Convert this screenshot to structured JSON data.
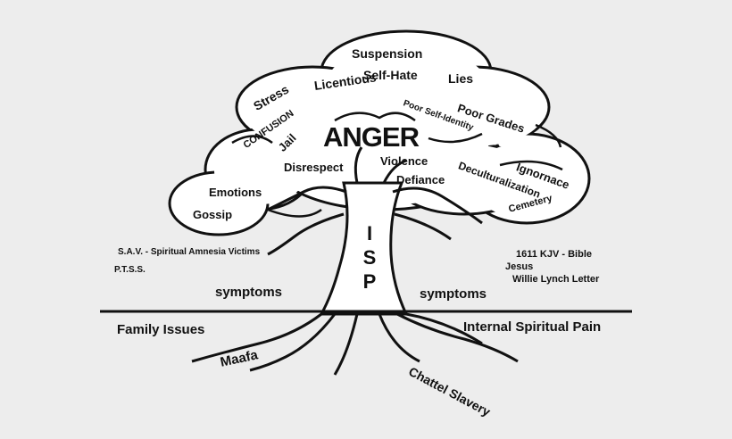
{
  "canopy_words": {
    "anger": "ANGER",
    "suspension": "Suspension",
    "self_hate": "Self-Hate",
    "lies": "Lies",
    "licentious": "Licentious",
    "poor_self_identity": "Poor Self-Identity",
    "poor_grades": "Poor Grades",
    "stress": "Stress",
    "confusion": "CONFUSION",
    "jail": "Jail",
    "disrespect": "Disrespect",
    "violence": "Violence",
    "defiance": "Defiance",
    "deculturalization": "Deculturalization",
    "ignorance": "Ignornace",
    "emotions": "Emotions",
    "gossip": "Gossip",
    "cemetery": "Cemetery"
  },
  "trunk": {
    "label": "ISP"
  },
  "side_notes": {
    "sav": "S.A.V. - Spiritual Amnesia Victims",
    "ptss": "P.T.S.S.",
    "kjv": "1611 KJV - Bible",
    "jesus": "Jesus",
    "willie_lynch": "Willie Lynch Letter"
  },
  "ground": {
    "symptoms_left": "symptoms",
    "symptoms_right": "symptoms",
    "family_issues": "Family Issues",
    "internal_pain": "Internal Spiritual Pain",
    "maafa": "Maafa",
    "chattel_slavery": "Chattel Slavery"
  },
  "colors": {
    "ink": "#111111",
    "background": "#ededed",
    "fill": "#ffffff"
  }
}
